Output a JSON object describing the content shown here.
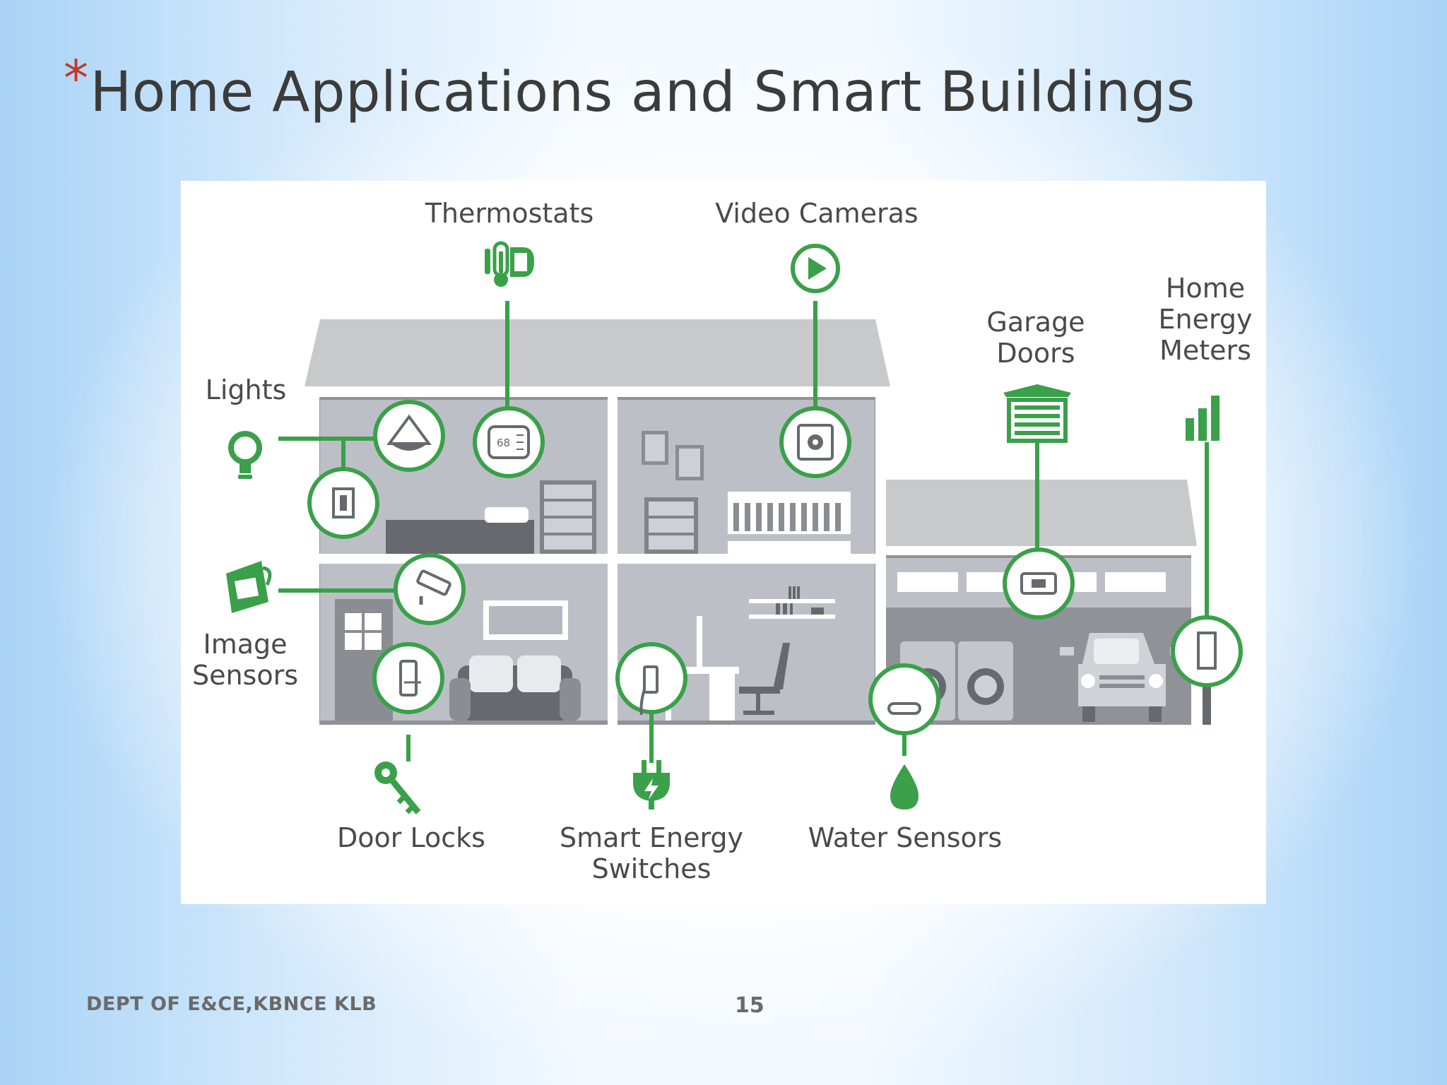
{
  "slide": {
    "title_marker": "*",
    "title": "Home Applications and Smart Buildings",
    "footer_dept": "DEPT OF E&CE,KBNCE KLB",
    "page_number": "15"
  },
  "diagram": {
    "labels": {
      "thermostats": "Thermostats",
      "video_cameras": "Video Cameras",
      "garage_doors": "Garage\nDoors",
      "home_energy_meters": "Home\nEnergy\nMeters",
      "lights": "Lights",
      "image_sensors": "Image\nSensors",
      "door_locks": "Door Locks",
      "smart_energy_switches": "Smart Energy\nSwitches",
      "water_sensors": "Water Sensors",
      "thermostat_reading": "68"
    },
    "colors": {
      "accent_green": "#3aa04a",
      "house_gray": "#bcc0c6",
      "roof_gray": "#c8c9cb",
      "dark_gray": "#8a8d91"
    }
  }
}
